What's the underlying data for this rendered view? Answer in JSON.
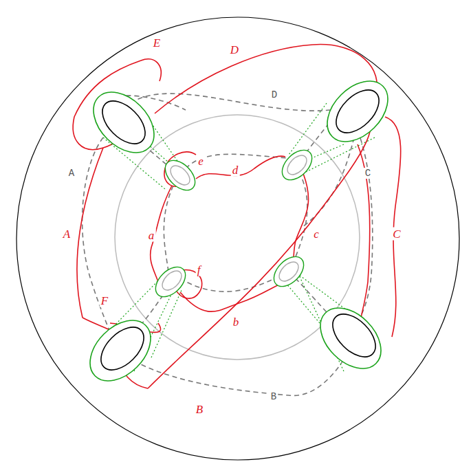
{
  "diagram": {
    "labels": [
      "E",
      "D",
      "e",
      "d",
      "A",
      "a",
      "c",
      "C",
      "F",
      "f",
      "b",
      "B",
      "D",
      "A",
      "C",
      "B"
    ]
  }
}
